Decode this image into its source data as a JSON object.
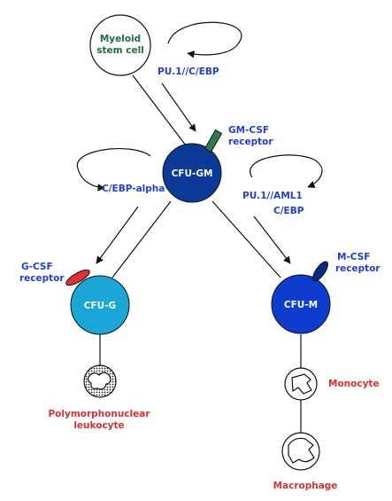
{
  "colors": {
    "edge": "#111111",
    "stem_text": "#1e6e3a",
    "factor_text": "#1f3fd6",
    "cell_text": "#ffffff",
    "product_text": "#d83030",
    "cfu_gm_fill": "#0b3a98",
    "cfu_g_fill": "#1aa6d6",
    "cfu_m_fill": "#0e3ccf",
    "gm_receptor_fill": "#2f7a4a",
    "g_receptor_fill": "#e03030",
    "m_receptor_fill": "#0a2a88"
  },
  "nodes": {
    "stem": {
      "line1": "Myeloid",
      "line2": "stem cell"
    },
    "cfu_gm": {
      "label": "CFU-GM"
    },
    "cfu_g": {
      "label": "CFU-G"
    },
    "cfu_m": {
      "label": "CFU-M"
    }
  },
  "factors": {
    "pu1_cebp": "PU.1//C/EBP",
    "cebp_alpha": "C/EBP-alpha",
    "pu1_aml1": "PU.1//AML1",
    "cebp": "C/EBP"
  },
  "receptors": {
    "gm_csf": {
      "line1": "GM-CSF",
      "line2": "receptor"
    },
    "g_csf": {
      "line1": "G-CSF",
      "line2": "receptor"
    },
    "m_csf": {
      "line1": "M-CSF",
      "line2": "receptor"
    }
  },
  "products": {
    "pmn": {
      "line1": "Polymorphonuclear",
      "line2": "leukocyte"
    },
    "monocyte": "Monocyte",
    "macrophage": "Macrophage"
  }
}
